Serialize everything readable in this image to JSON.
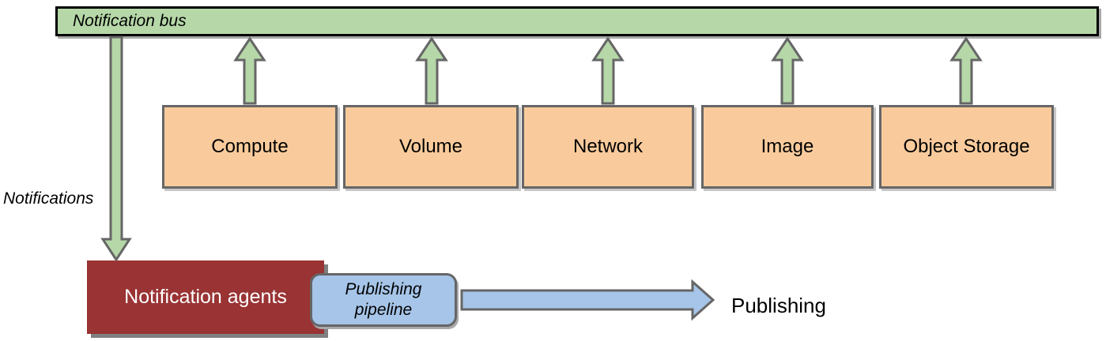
{
  "diagram": {
    "bus": {
      "label": "Notification bus"
    },
    "services": [
      {
        "label": "Compute"
      },
      {
        "label": "Volume"
      },
      {
        "label": "Network"
      },
      {
        "label": "Image"
      },
      {
        "label": "Object Storage"
      }
    ],
    "notifications_label": "Notifications",
    "agents": {
      "label": "Notification agents"
    },
    "pipeline": {
      "label": "Publishing pipeline"
    },
    "publishing_label": "Publishing",
    "colors": {
      "bus_fill": "#b6d7a8",
      "green_arrow_fill": "#b6d7a8",
      "service_fill": "#f9cb9c",
      "agents_fill": "#993334",
      "pipeline_fill": "#a6c5e8",
      "blue_arrow_fill": "#a6c5e8",
      "border_gray": "#666666",
      "bus_border": "#000000"
    }
  }
}
